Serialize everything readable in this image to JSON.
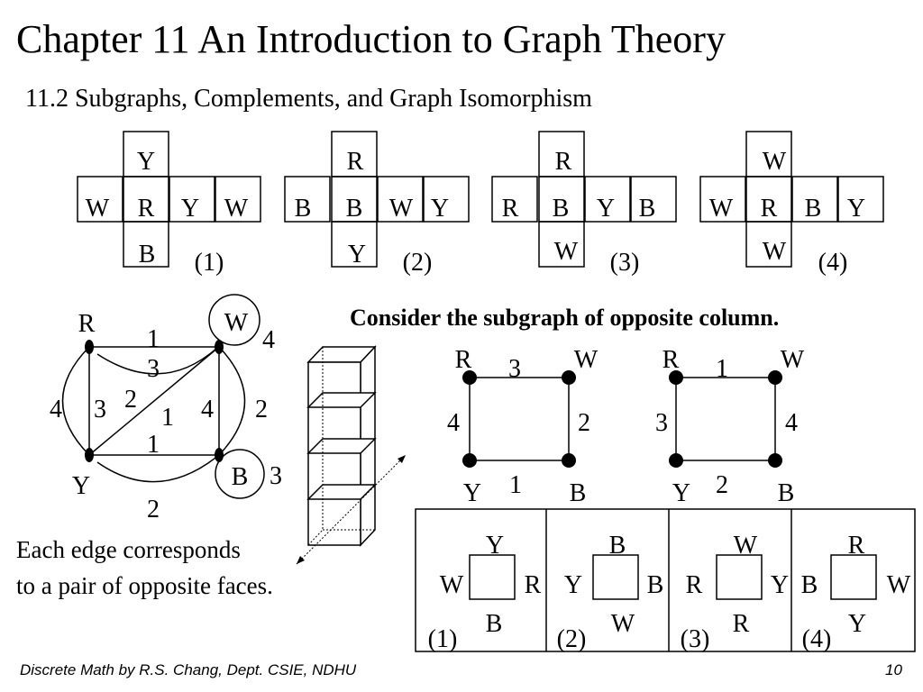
{
  "title": "Chapter 11 An Introduction to Graph Theory",
  "subtitle": "11.2 Subgraphs, Complements, and Graph Isomorphism",
  "cubes": [
    {
      "top": "Y",
      "row": [
        "W",
        "R",
        "Y",
        "W"
      ],
      "bottom": "B",
      "label": "(1)"
    },
    {
      "top": "R",
      "row": [
        "B",
        "B",
        "W",
        "Y"
      ],
      "bottom": "Y",
      "label": "(2)"
    },
    {
      "top": "R",
      "row": [
        "R",
        "B",
        "Y",
        "B"
      ],
      "bottom": "W",
      "label": "(3)"
    },
    {
      "top": "W",
      "row": [
        "W",
        "R",
        "B",
        "Y"
      ],
      "bottom": "W",
      "label": "(4)"
    }
  ],
  "multigraph": {
    "vertices": {
      "R": "R",
      "W": "W",
      "Y": "Y",
      "B": "B"
    },
    "edge_labels": [
      "1",
      "3",
      "4",
      "4",
      "3",
      "2",
      "1",
      "4",
      "2",
      "1",
      "3",
      "2"
    ]
  },
  "heading": "Consider the subgraph of opposite column.",
  "subgraphs": [
    {
      "vertices": [
        "R",
        "W",
        "Y",
        "B"
      ],
      "edges": {
        "top": "3",
        "left": "4",
        "right": "2",
        "bottom": "1"
      }
    },
    {
      "vertices": [
        "R",
        "W",
        "Y",
        "B"
      ],
      "edges": {
        "top": "1",
        "left": "3",
        "right": "4",
        "bottom": "2"
      }
    }
  ],
  "stack_cells": [
    {
      "top": "Y",
      "left": "W",
      "right": "R",
      "bottom": "B",
      "label": "(1)"
    },
    {
      "top": "B",
      "left": "Y",
      "right": "B",
      "bottom": "W",
      "label": "(2)"
    },
    {
      "top": "W",
      "left": "R",
      "right": "Y",
      "bottom": "R",
      "label": "(3)"
    },
    {
      "top": "R",
      "left": "B",
      "right": "W",
      "bottom": "Y",
      "label": "(4)"
    }
  ],
  "caption": [
    "Each edge corresponds",
    "to a pair of opposite faces."
  ],
  "footer": {
    "left": "Discrete Math by R.S. Chang, Dept. CSIE, NDHU",
    "page": "10"
  }
}
